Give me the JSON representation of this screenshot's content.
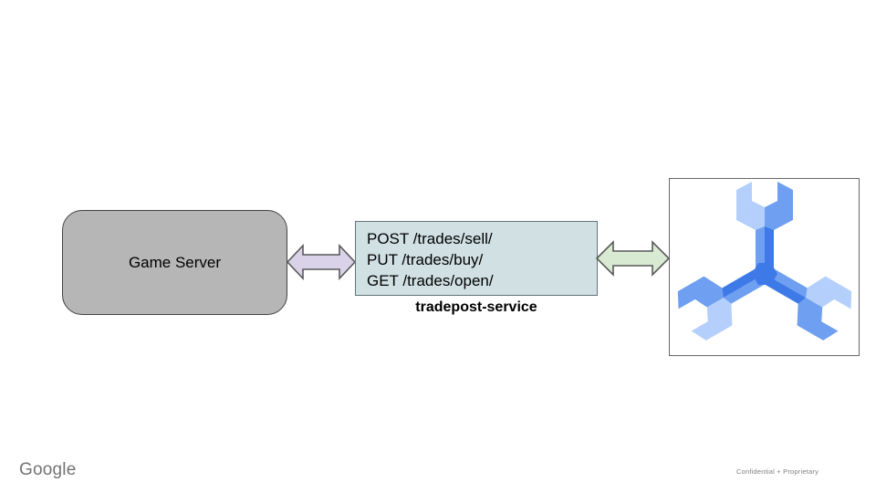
{
  "diagram": {
    "game_server": {
      "label": "Game Server",
      "fill": "#b6b6b6",
      "border": "#434343"
    },
    "service": {
      "endpoints": [
        "POST /trades/sell/",
        "PUT /trades/buy/",
        "GET /trades/open/"
      ],
      "caption": "tradepost-service",
      "fill": "#d0e0e3",
      "border": "#64747c"
    },
    "arrows": {
      "game_to_service": {
        "fill": "#d9d2e9",
        "stroke": "#595959"
      },
      "service_to_logo": {
        "fill": "#d9ead3",
        "stroke": "#595959"
      }
    },
    "logo": {
      "name": "open-match-logo",
      "colors": {
        "light": "#b4cffb",
        "medium": "#6f9ff0",
        "dark": "#3d7ae8"
      },
      "box_border": "#666666"
    }
  },
  "footer": {
    "brand": "Google",
    "note": "Confidential + Proprietary"
  }
}
